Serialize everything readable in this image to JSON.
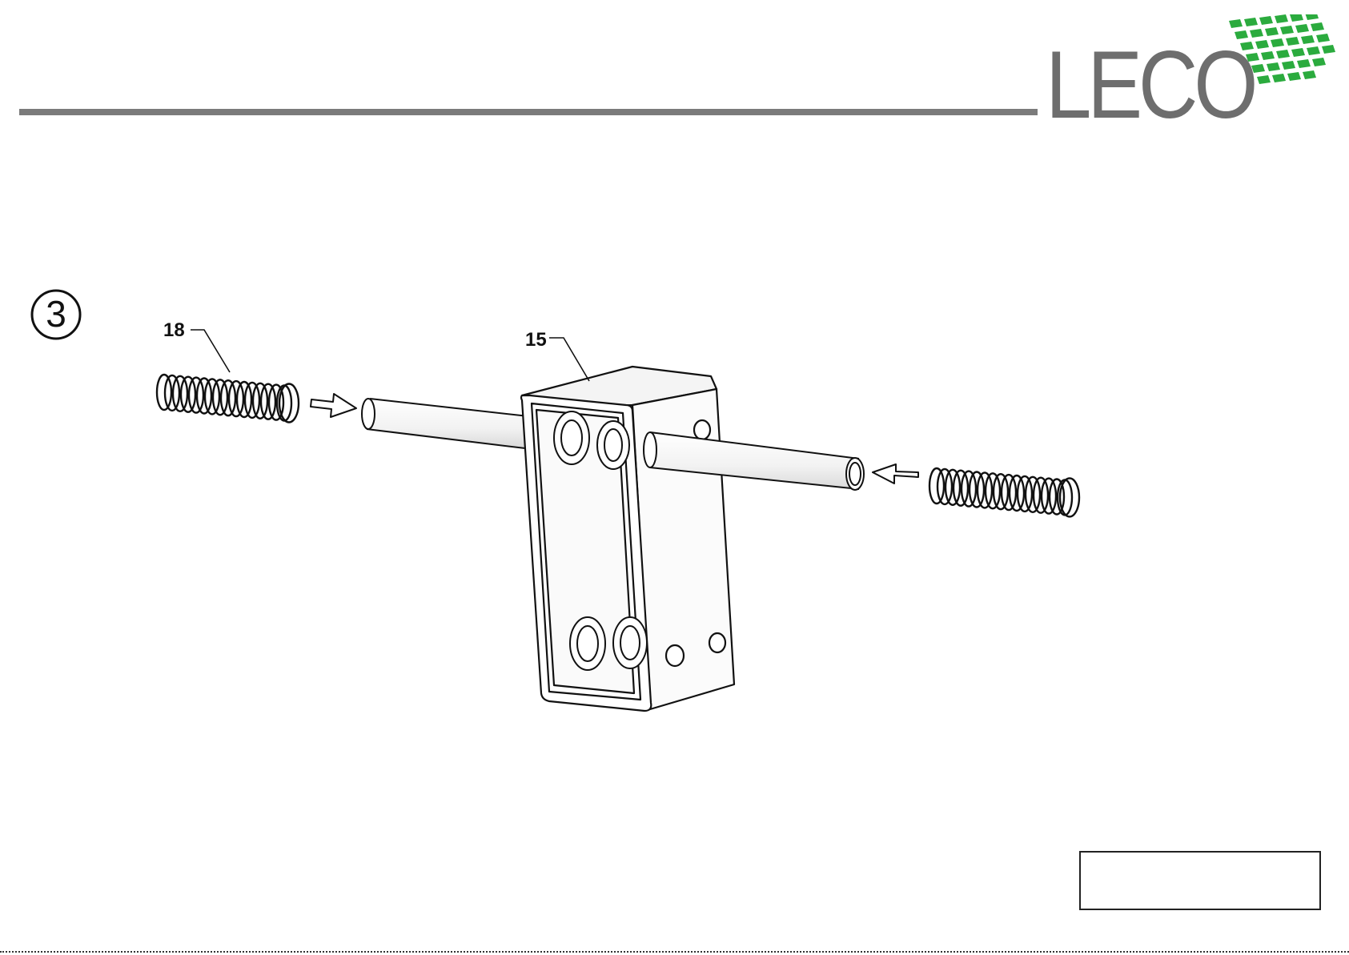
{
  "header": {
    "brand": "LECO",
    "brand_color": "#6e6e6e",
    "accent_color": "#2bab3e",
    "logo_icon": "green-grid-icon"
  },
  "step": {
    "number": "3"
  },
  "callouts": [
    {
      "label": "18"
    },
    {
      "label": "15"
    }
  ],
  "parts": {
    "spring_icon": "coil-spring-icon",
    "arrow_icon": "insert-arrow-icon"
  },
  "note_box": {
    "text": ""
  }
}
